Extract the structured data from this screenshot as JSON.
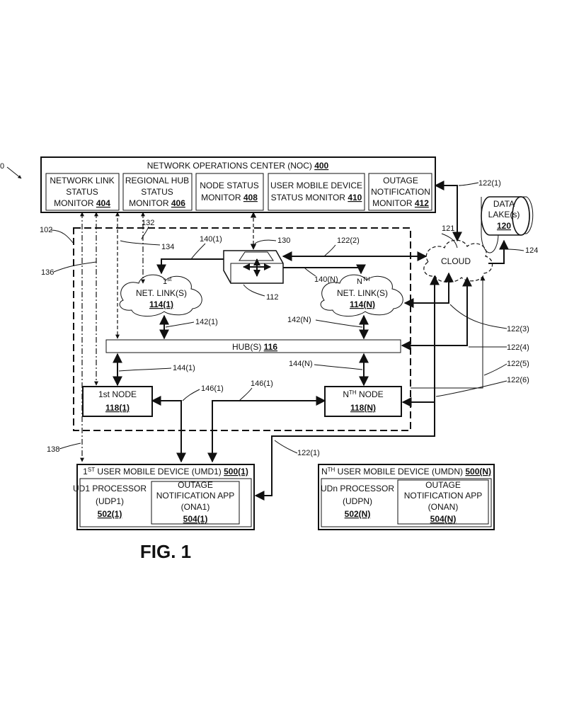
{
  "corner_ref": "0",
  "noc": {
    "title": "NETWORK OPERATIONS CENTER (NOC) ",
    "num": "400"
  },
  "monitors": {
    "nlsm": {
      "l1": "NETWORK LINK",
      "l2": "STATUS",
      "l3": "MONITOR ",
      "num": "404"
    },
    "rhsm": {
      "l1": "REGIONAL HUB",
      "l2": "STATUS",
      "l3": "MONITOR ",
      "num": "406"
    },
    "nsm": {
      "l1": "NODE STATUS",
      "l2": "MONITOR ",
      "num": "408"
    },
    "umdsm": {
      "l1": "USER MOBILE DEVICE",
      "l2": "STATUS MONITOR ",
      "num": "410"
    },
    "onm": {
      "l1": "OUTAGE",
      "l2": "NOTIFICATION",
      "l3": "MONITOR ",
      "num": "412"
    }
  },
  "data_lake": {
    "l1": "DATA",
    "l2": "LAKE(s)",
    "num": "120"
  },
  "cloud": {
    "label": "CLOUD",
    "ref": "121"
  },
  "net_link_1": {
    "sup_n": "1",
    "sup": "st",
    "label": "NET. LINK(S)",
    "num": "114(1)"
  },
  "net_link_n": {
    "sup_n": "N",
    "sup": "TH",
    "label": "NET. LINK(S)",
    "num": "114(N)"
  },
  "hub": {
    "label": "HUB(S) ",
    "num": "116"
  },
  "node_1": {
    "label": "1st NODE",
    "num": "118(1)"
  },
  "node_n": {
    "label_n": "N",
    "label_sup": "TH",
    "label_rest": " NODE",
    "num": "118(N)"
  },
  "umd1": {
    "title_pre": "1",
    "title_sup": "ST",
    "title_rest": " USER MOBILE DEVICE (UMD1) ",
    "num": "500(1)",
    "proc_l1": "UD1 PROCESSOR",
    "proc_l2": "(UDP1)",
    "proc_num": "502(1)",
    "app_l1": "OUTAGE",
    "app_l2": "NOTIFICATION APP",
    "app_l3": "(ONA1)",
    "app_num": "504(1)"
  },
  "umdn": {
    "title_pre": "N",
    "title_sup": "TH",
    "title_rest": " USER MOBILE DEVICE (UMDN) ",
    "num": "500(N)",
    "proc_l1": "UDn PROCESSOR",
    "proc_l2": "(UDPN)",
    "proc_num": "502(N)",
    "app_l1": "OUTAGE",
    "app_l2": "NOTIFICATION APP",
    "app_l3": "(ONAN)",
    "app_num": "504(N)"
  },
  "refs": {
    "r102": "102",
    "r112": "112",
    "r124": "124",
    "r130": "130",
    "r132": "132",
    "r134": "134",
    "r136": "136",
    "r138": "138",
    "r122_1_top": "122(1)",
    "r122_2": "122(2)",
    "r122_3": "122(3)",
    "r122_4": "122(4)",
    "r122_5": "122(5)",
    "r122_6": "122(6)",
    "r122_1_bot": "122(1)",
    "r140_1": "140(1)",
    "r140_n": "140(N)",
    "r142_1": "142(1)",
    "r142_n": "142(N)",
    "r144_1": "144(1)",
    "r144_n": "144(N)",
    "r146_1a": "146(1)",
    "r146_1b": "146(1)"
  },
  "figure_label": "FIG. 1"
}
